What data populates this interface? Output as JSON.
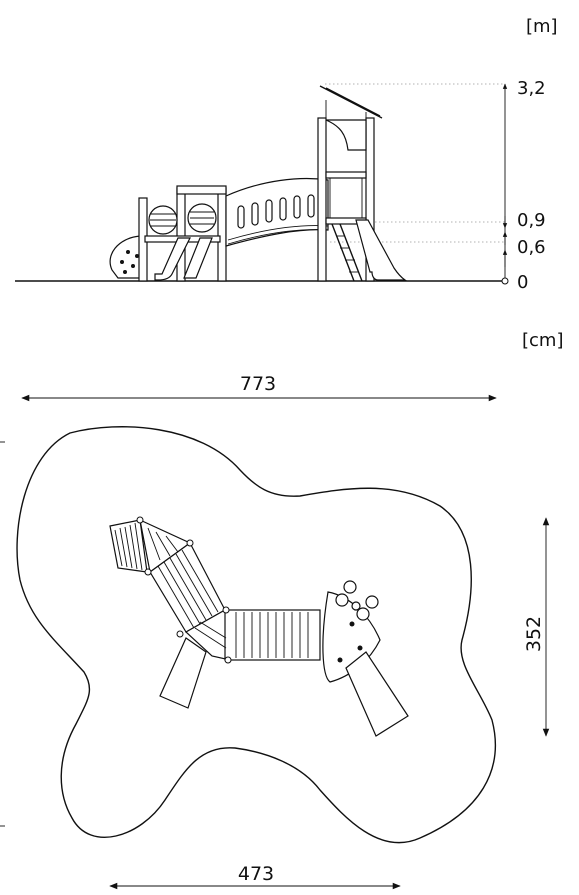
{
  "elevation": {
    "unit": "[m]",
    "levels": [
      {
        "key": "top",
        "label": "3,2"
      },
      {
        "key": "high",
        "label": "0,9"
      },
      {
        "key": "mid",
        "label": "0,6"
      },
      {
        "key": "ground",
        "label": "0"
      }
    ]
  },
  "plan": {
    "unit": "[cm]",
    "width_label": "773",
    "depth_label": "352",
    "inner_width_label": "473"
  },
  "colors": {
    "line": "#111111",
    "guide": "#999999",
    "background": "#ffffff"
  }
}
